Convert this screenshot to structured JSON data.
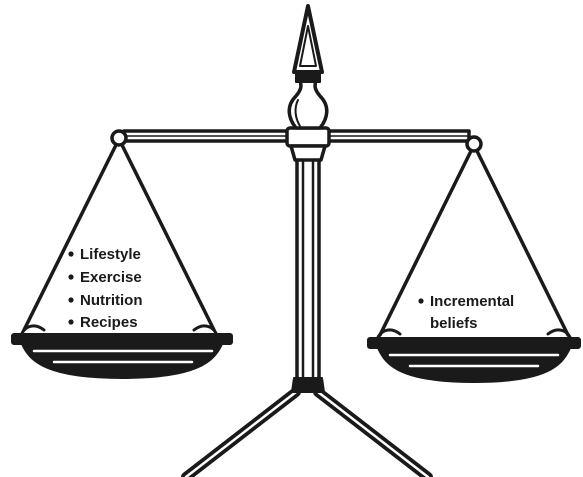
{
  "left_pan": {
    "items": [
      "Lifestyle",
      "Exercise",
      "Nutrition",
      "Recipes"
    ]
  },
  "right_pan": {
    "items": [
      {
        "lines": [
          "Incremental",
          "beliefs"
        ]
      }
    ]
  },
  "colors": {
    "ink": "#1a1a1a",
    "background": "#ffffff",
    "metal_highlight": "#ffffff"
  }
}
